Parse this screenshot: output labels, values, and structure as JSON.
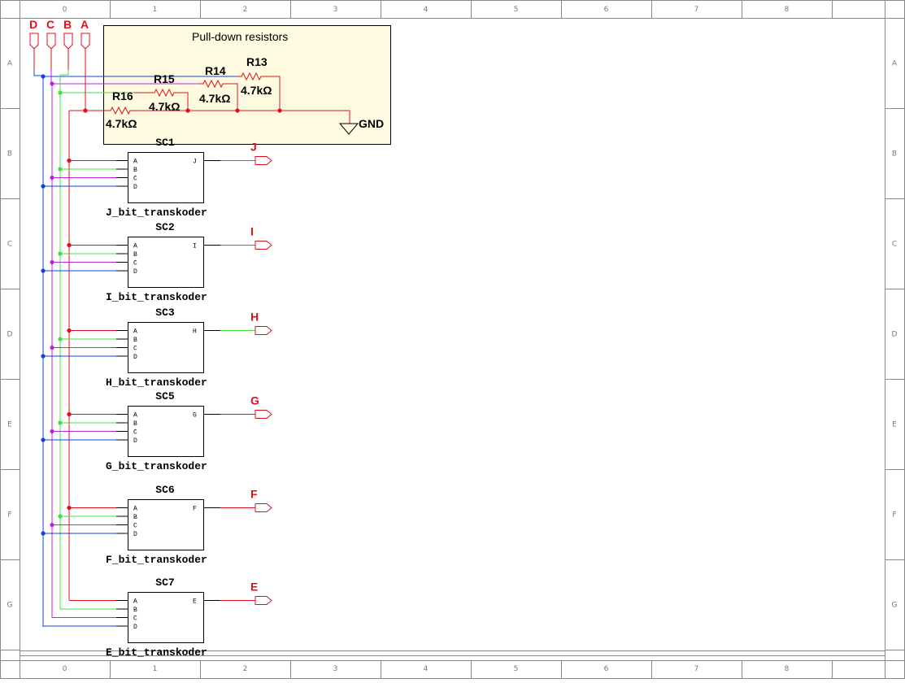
{
  "grid": {
    "columns": [
      "0",
      "1",
      "2",
      "3",
      "4",
      "5",
      "6",
      "7",
      "8"
    ],
    "rows": [
      "A",
      "B",
      "C",
      "D",
      "E",
      "F",
      "G"
    ]
  },
  "inputs": [
    "D",
    "C",
    "B",
    "A"
  ],
  "pulldown": {
    "title": "Pull-down  resistors",
    "resistors": [
      {
        "name": "R13",
        "value": "4.7kΩ"
      },
      {
        "name": "R14",
        "value": "4.7kΩ"
      },
      {
        "name": "R15",
        "value": "4.7kΩ"
      },
      {
        "name": "R16",
        "value": "4.7kΩ"
      }
    ],
    "ground_label": "GND"
  },
  "colors": {
    "D": "#1040e0",
    "C": "#c020e0",
    "B": "#40e040",
    "A": "#e0101a",
    "frame": "#888888",
    "note_fill": "#fffbe0",
    "out_J": "#3a7ad8",
    "out_I": "#3a7ad8",
    "out_H": "#40e040",
    "out_G": "#e0101a",
    "out_F": "#e0101a",
    "out_E": "#e0101a"
  },
  "pin_labels": [
    "A",
    "B",
    "C",
    "D"
  ],
  "subcircuits": [
    {
      "ref": "SC1",
      "name": "J_bit_transkoder",
      "out_pin": "J",
      "out_label": "J"
    },
    {
      "ref": "SC2",
      "name": "I_bit_transkoder",
      "out_pin": "I",
      "out_label": "I"
    },
    {
      "ref": "SC3",
      "name": "H_bit_transkoder",
      "out_pin": "H",
      "out_label": "H"
    },
    {
      "ref": "SC5",
      "name": "G_bit_transkoder",
      "out_pin": "G",
      "out_label": "G"
    },
    {
      "ref": "SC6",
      "name": "F_bit_transkoder",
      "out_pin": "F",
      "out_label": "F"
    },
    {
      "ref": "SC7",
      "name": "E_bit_transkoder",
      "out_pin": "E",
      "out_label": "E"
    }
  ]
}
